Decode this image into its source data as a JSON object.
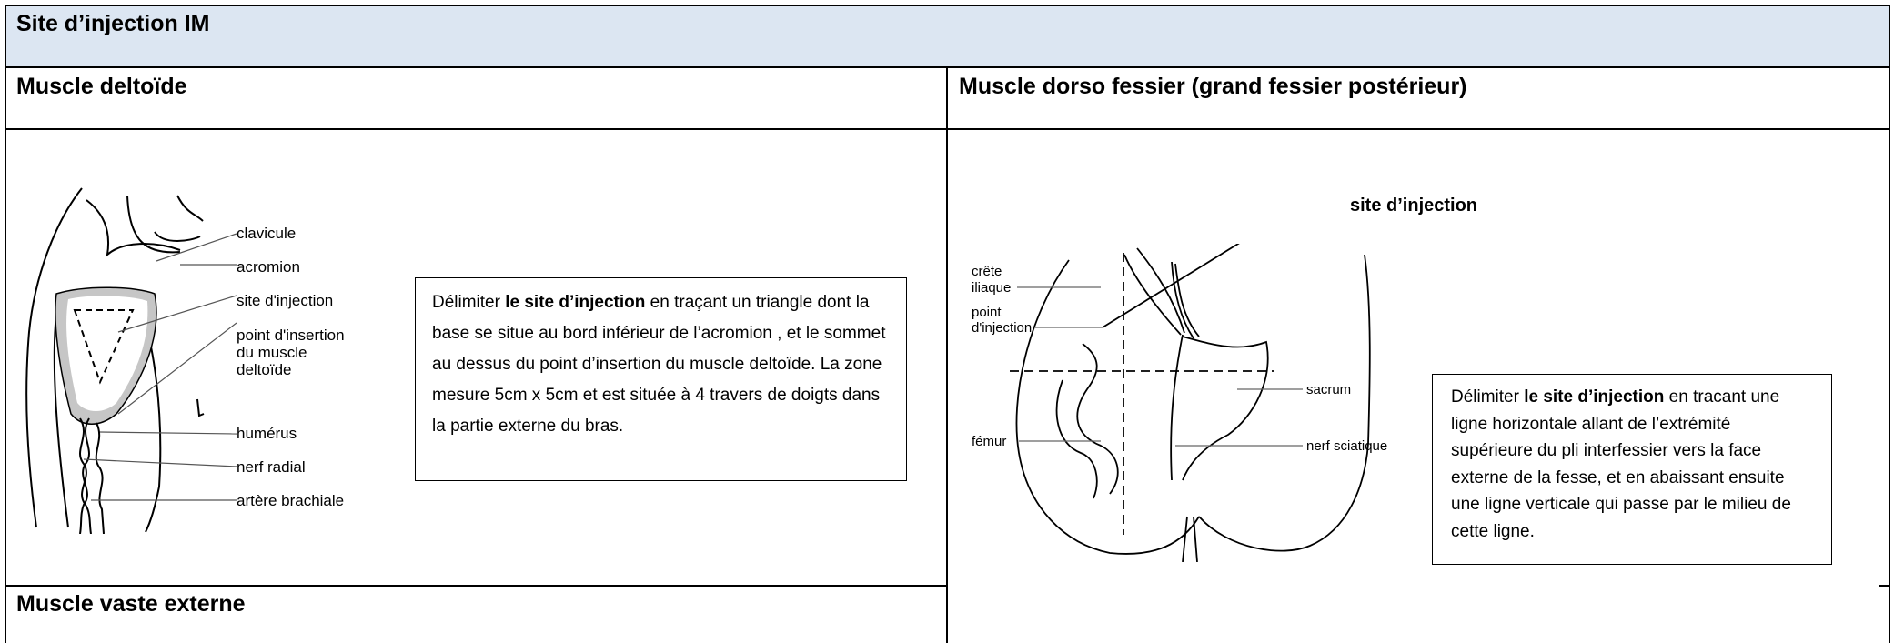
{
  "page": {
    "title": "Site d’injection IM"
  },
  "deltoid": {
    "heading": "Muscle deltoïde",
    "figure_labels": {
      "clavicule": "clavicule",
      "acromion": "acromion",
      "site": "site d'injection",
      "insertion_1": "point d'insertion",
      "insertion_2": "du muscle",
      "insertion_3": "deltoïde",
      "humerus": "humérus",
      "nerf_radial": "nerf radial",
      "artere": "artère brachiale"
    },
    "note": {
      "prefix": "Délimiter ",
      "bold": "le site d’injection",
      "suffix": " en traçant un triangle dont la base se situe au bord inférieur de l’acromion , et le sommet au dessus du point d’insertion du muscle deltoïde. La zone mesure 5cm x 5cm et est située à 4 travers de doigts dans la partie externe du bras."
    }
  },
  "dorso": {
    "heading": "Muscle dorso fessier (grand fessier postérieur)",
    "callout": "site d’injection",
    "figure_labels": {
      "crete_1": "crête",
      "crete_2": "iliaque",
      "point_1": "point",
      "point_2": "d'injection",
      "femur": "fémur",
      "sacrum": "sacrum",
      "nerf": "nerf sciatique"
    },
    "note": {
      "prefix": "Délimiter ",
      "bold": "le site d’injection",
      "suffix": " en tracant une ligne horizontale allant de l’extrémité supérieure du pli interfessier vers la face externe de la fesse, et en abaissant ensuite une ligne verticale qui passe par le milieu de cette ligne."
    }
  },
  "vaste": {
    "heading": "Muscle vaste externe"
  }
}
